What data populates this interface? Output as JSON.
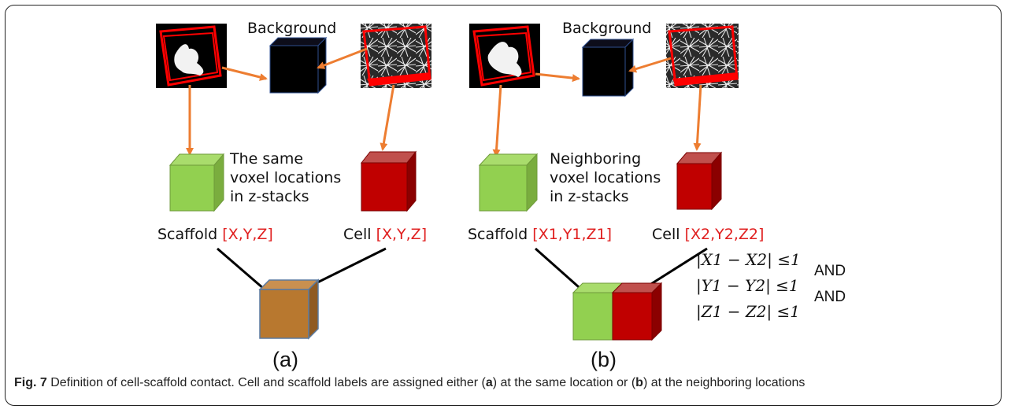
{
  "panel_a": {
    "background_label": "Background",
    "note_lines": [
      "The same",
      "voxel locations",
      "in z-stacks"
    ],
    "scaffold_label": "Scaffold",
    "scaffold_coord": "[X,Y,Z]",
    "cell_label": "Cell",
    "cell_coord": "[X,Y,Z]",
    "panel_label": "(a)"
  },
  "panel_b": {
    "background_label": "Background",
    "note_lines": [
      "Neighboring",
      "voxel locations",
      "in z-stacks"
    ],
    "scaffold_label": "Scaffold",
    "scaffold_coord": "[X1,Y1,Z1]",
    "cell_label": "Cell",
    "cell_coord": "[X2,Y2,Z2]",
    "conditions": [
      "|X1 − X2| ≤1",
      "|Y1 − Y2| ≤1",
      "|Z1 − Z2| ≤1"
    ],
    "and_words": [
      "AND",
      "AND"
    ],
    "panel_label": "(b)"
  },
  "caption": {
    "fig_label": "Fig. 7",
    "text_1": " Definition of cell-scaffold contact. Cell and scaffold labels are assigned either (",
    "a": "a",
    "text_2": ") at the same location or (",
    "b": "b",
    "text_3": ") at the neighboring locations"
  },
  "colors": {
    "arrow": "#ed7d31",
    "scaffold_green": "#92d050",
    "cell_red": "#c00000",
    "contact_brown": "#b8782f",
    "outline_red": "#ff0000"
  }
}
